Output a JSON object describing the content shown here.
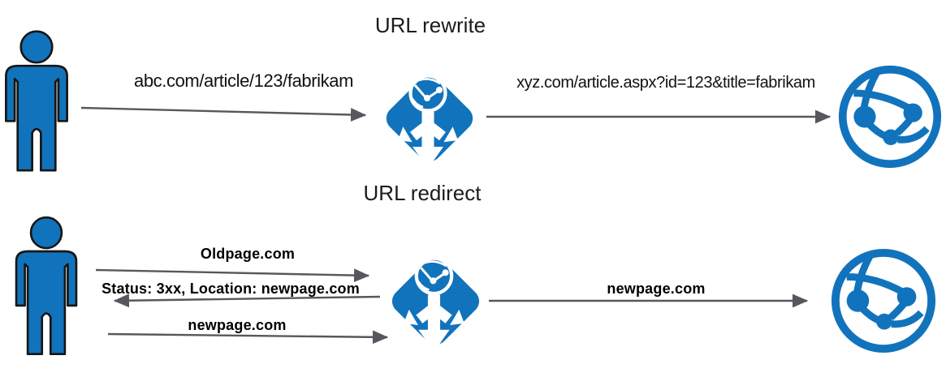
{
  "colors": {
    "icon_blue": "#1173bc",
    "outline_black": "#161616",
    "arrow_gray": "#55585c",
    "text_dark": "#1b1b1b"
  },
  "rewrite": {
    "title": "URL rewrite",
    "request_url": "abc.com/article/123/fabrikam",
    "rewritten_url": "xyz.com/article.aspx?id=123&title=fabrikam"
  },
  "redirect": {
    "title": "URL redirect",
    "request_url": "Oldpage.com",
    "redirect_response": "Status: 3xx, Location: newpage.com",
    "new_request_url": "newpage.com",
    "forwarded_url": "newpage.com"
  },
  "icons": {
    "client": "person-icon",
    "gateway": "application-gateway-icon",
    "backend": "web-app-icon"
  }
}
